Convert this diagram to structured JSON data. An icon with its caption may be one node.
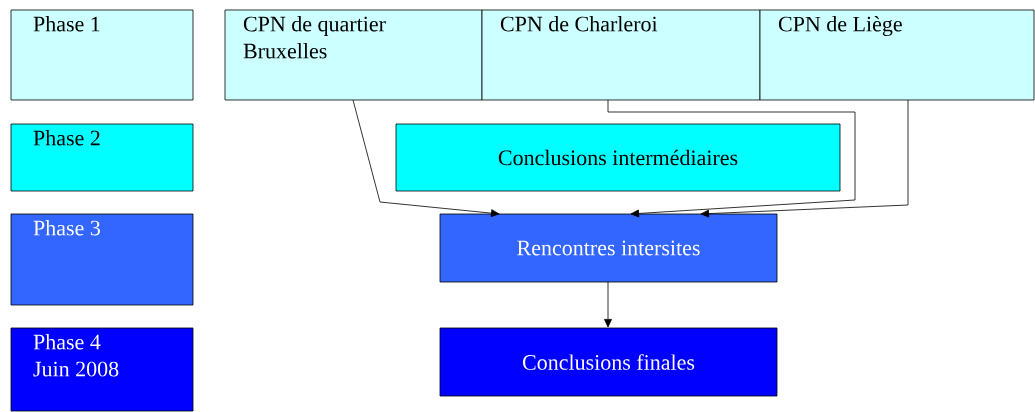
{
  "diagram": {
    "nodes": [
      {
        "text": [
          "Phase 1"
        ]
      },
      {
        "text": [
          "Phase 2"
        ]
      },
      {
        "text": [
          "Phase 3"
        ]
      },
      {
        "text": [
          "Phase 4 Juin 2008"
        ]
      },
      {
        "text": [
          "CPN de quartier Bruxelles"
        ]
      },
      {
        "text": [
          "CPN de Charleroi"
        ]
      },
      {
        "text": [
          "CPN de Liège"
        ]
      },
      {
        "text": [
          "Conclusions intermédiaires"
        ]
      },
      {
        "text": [
          "Rencontres intersites"
        ]
      },
      {
        "text": [
          "Conclusions finales"
        ]
      }
    ],
    "edges": [
      {
        "from": 4,
        "to": 8,
        "arrow": "to"
      },
      {
        "from": 5,
        "to": 8,
        "arrow": "to"
      },
      {
        "from": 6,
        "to": 8,
        "arrow": "to"
      },
      {
        "from": 8,
        "to": 9,
        "arrow": "to"
      }
    ]
  }
}
